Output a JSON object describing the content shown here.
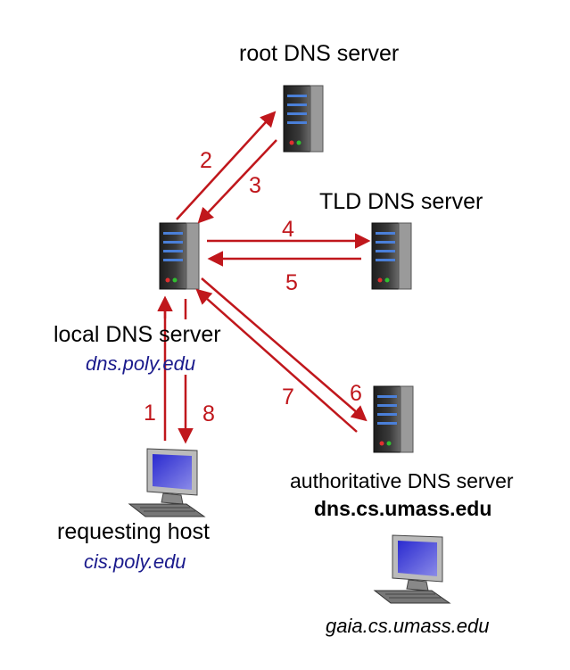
{
  "nodes": {
    "root": {
      "title": "root DNS server"
    },
    "tld": {
      "title": "TLD DNS server"
    },
    "local": {
      "title": "local DNS server",
      "hostname": "dns.poly.edu"
    },
    "authoritative": {
      "title": "authoritative DNS server",
      "hostname": "dns.cs.umass.edu"
    },
    "requesting": {
      "title": "requesting host",
      "hostname": "cis.poly.edu"
    },
    "target": {
      "hostname": "gaia.cs.umass.edu"
    }
  },
  "steps": [
    "1",
    "2",
    "3",
    "4",
    "5",
    "6",
    "7",
    "8"
  ],
  "colors": {
    "arrow": "#c0171c",
    "hostname_blue": "#1a1a8c",
    "server_body": "#2b2b2b",
    "server_led_blue": "#4a7fd8"
  }
}
